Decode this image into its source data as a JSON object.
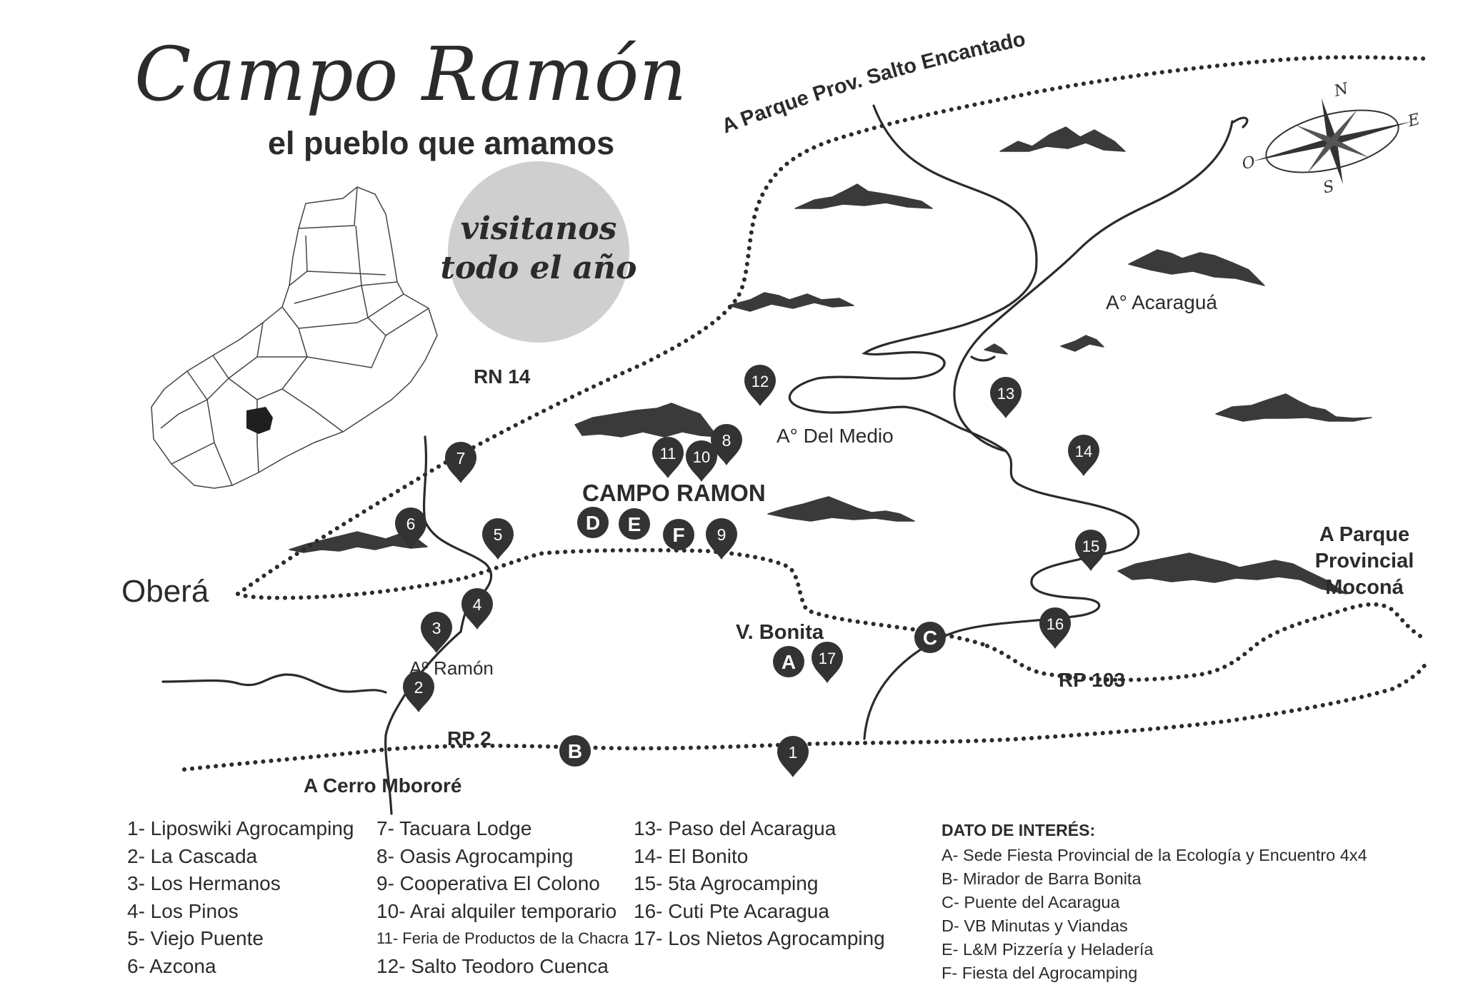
{
  "header": {
    "title": "Campo Ramón",
    "subtitle": "el pueblo que amamos",
    "badge_line1": "visitanos",
    "badge_line2": "todo el año"
  },
  "colors": {
    "ink": "#2b2b2b",
    "badge": "#cfcfcf",
    "marker": "#333333",
    "district": "#1f1f1f"
  },
  "compass": {
    "n": "N",
    "e": "E",
    "s": "S",
    "o": "O"
  },
  "places": {
    "obera": "Oberá",
    "campo_ramon": "CAMPO RAMON",
    "v_bonita": "V. Bonita",
    "a_ramon": "Aº Ramón",
    "a_del_medio": "A° Del Medio",
    "a_acaragua": "A° Acaraguá"
  },
  "roads": {
    "rn14": "RN 14",
    "rp2": "RP 2",
    "rp103": "RP 103",
    "salto": "A Parque Prov. Salto Encantado",
    "cerro": "A Cerro Mbororé",
    "mocona_1": "A Parque",
    "mocona_2": "Provincial",
    "mocona_3": "Moconá"
  },
  "pins": {
    "p1": "1",
    "p2": "2",
    "p3": "3",
    "p4": "4",
    "p5": "5",
    "p6": "6",
    "p7": "7",
    "p8": "8",
    "p9": "9",
    "p10": "10",
    "p11": "11",
    "p12": "12",
    "p13": "13",
    "p14": "14",
    "p15": "15",
    "p16": "16",
    "p17": "17"
  },
  "circles": {
    "a": "A",
    "b": "B",
    "c": "C",
    "d": "D",
    "e": "E",
    "f": "F"
  },
  "legend": {
    "col1": [
      "1-  Liposwiki Agrocamping",
      "2- La Cascada",
      "3- Los Hermanos",
      "4- Los Pinos",
      "5- Viejo Puente",
      "6- Azcona"
    ],
    "col2": [
      "7- Tacuara Lodge",
      "8- Oasis Agrocamping",
      "9- Cooperativa El Colono",
      "10- Arai alquiler temporario",
      "11- Feria de Productos de la Chacra",
      "12- Salto Teodoro Cuenca"
    ],
    "col3": [
      "13- Paso del Acaragua",
      "14- El Bonito",
      "15- 5ta Agrocamping",
      "16- Cuti Pte Acaragua",
      "17- Los Nietos Agrocamping"
    ]
  },
  "interest": {
    "title": "DATO DE INTERÉS:",
    "items": [
      "A- Sede Fiesta Provincial de la Ecología y Encuentro 4x4",
      "B- Mirador de Barra Bonita",
      "C- Puente del Acaragua",
      "D- VB Minutas y Viandas",
      "E- L&M Pizzería y Heladería",
      "F- Fiesta del Agrocamping"
    ]
  }
}
